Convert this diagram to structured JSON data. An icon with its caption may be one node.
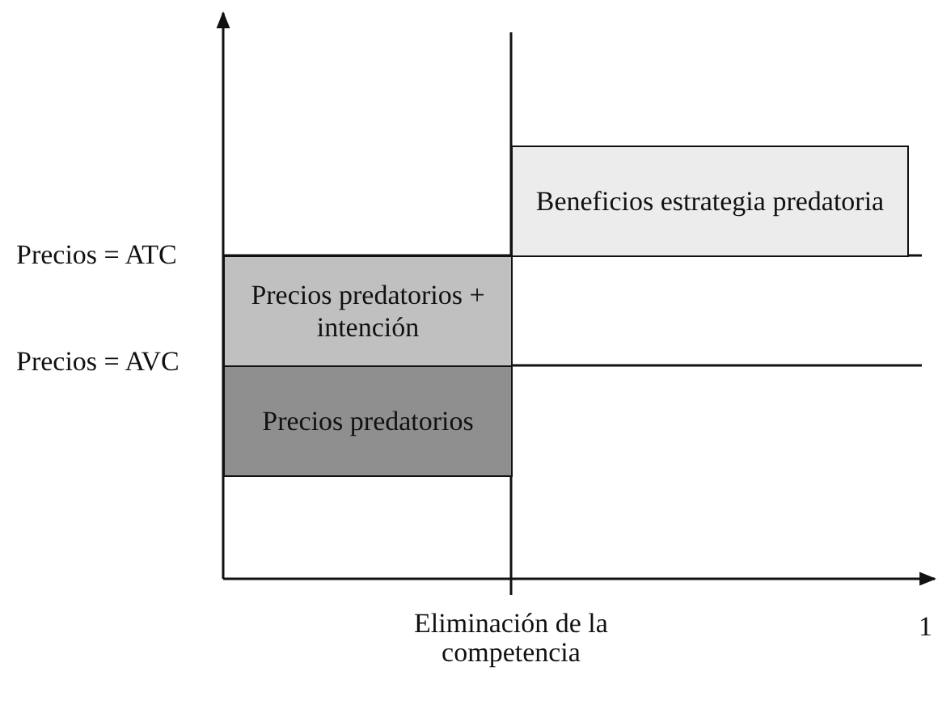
{
  "diagram": {
    "nodes": [
      {
        "text": [
          "Beneficios estrategia predatoria"
        ]
      },
      {
        "text": [
          "Precios predatorios + intención"
        ]
      },
      {
        "text": [
          "Precios predatorios"
        ]
      }
    ],
    "labels": [
      "Precios = ATC",
      "Precios = AVC",
      "Eliminación de la competencia",
      "1"
    ]
  }
}
